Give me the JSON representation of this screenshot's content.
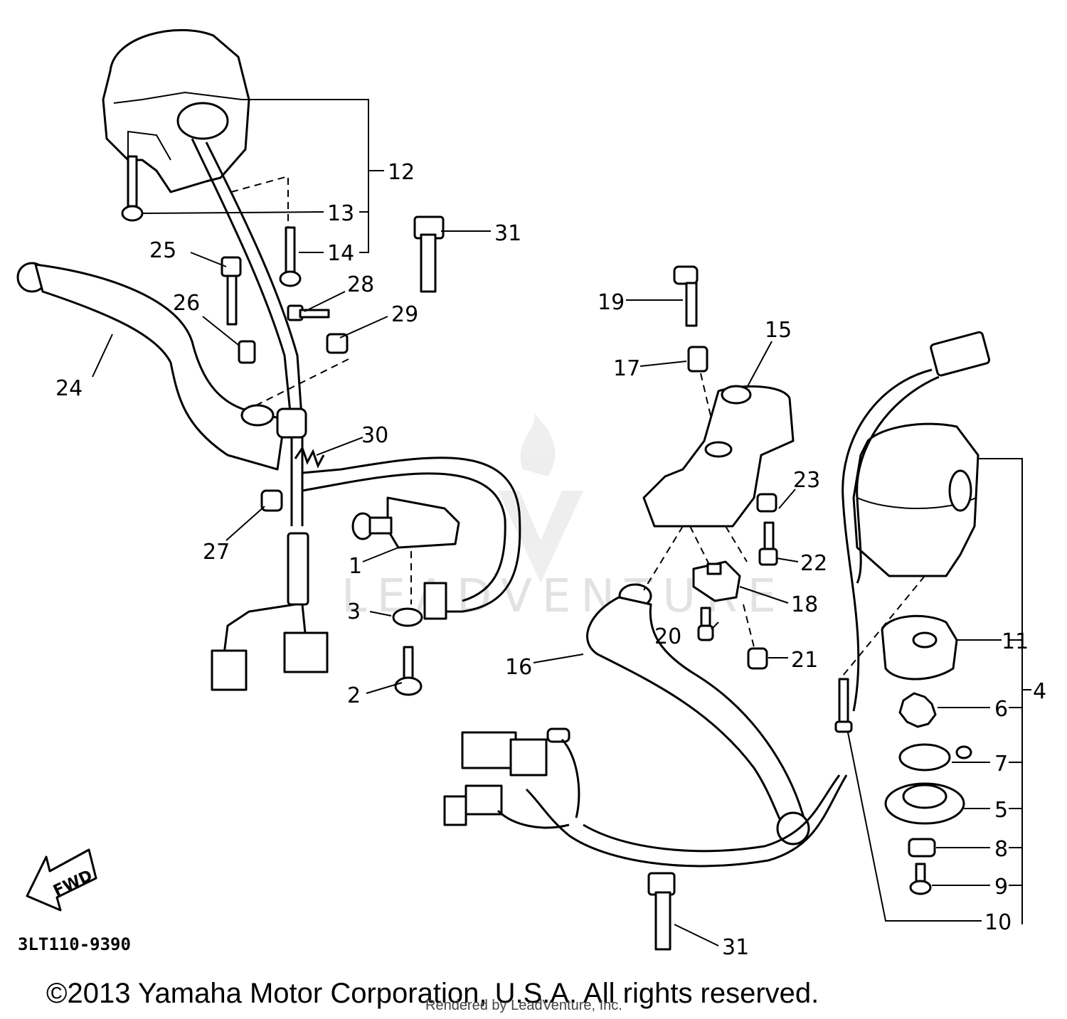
{
  "diagram": {
    "callouts": [
      "1",
      "2",
      "3",
      "4",
      "5",
      "6",
      "7",
      "8",
      "9",
      "10",
      "11",
      "12",
      "13",
      "14",
      "15",
      "16",
      "17",
      "18",
      "19",
      "20",
      "21",
      "22",
      "23",
      "24",
      "25",
      "26",
      "27",
      "28",
      "29",
      "30",
      "31",
      "31"
    ],
    "part_code": "3LT110-9390",
    "fwd_label": "FWD",
    "copyright": "©2013 Yamaha Motor Corporation, U.S.A. All rights reserved.",
    "rendered_by": "Rendered by LeadVenture, Inc.",
    "watermark": "LEADVENTURE"
  }
}
